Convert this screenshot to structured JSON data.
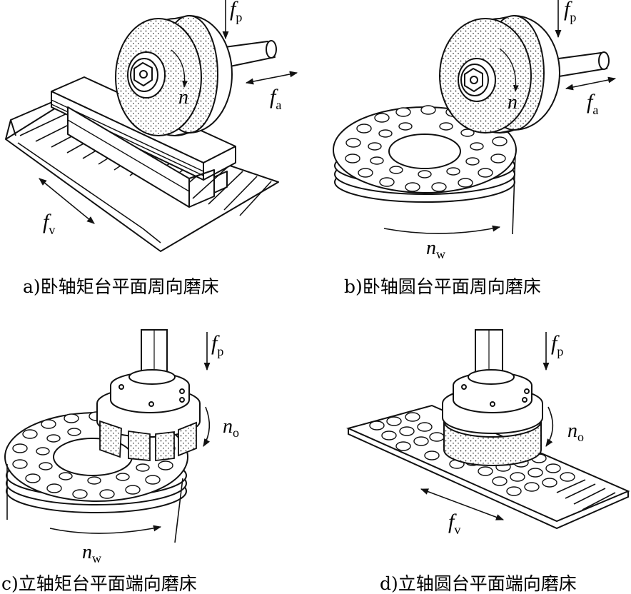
{
  "symbols": {
    "f": "f",
    "p": "p",
    "a": "a",
    "v": "v",
    "n": "n",
    "w": "w",
    "o": "o"
  },
  "panels": [
    {
      "caption": "a)卧轴矩台平面周向磨床"
    },
    {
      "caption": "b)卧轴圆台平面周向磨床"
    },
    {
      "caption": "c)立轴矩台平面端向磨床"
    },
    {
      "caption": "d)立轴圆台平面端向磨床"
    }
  ]
}
